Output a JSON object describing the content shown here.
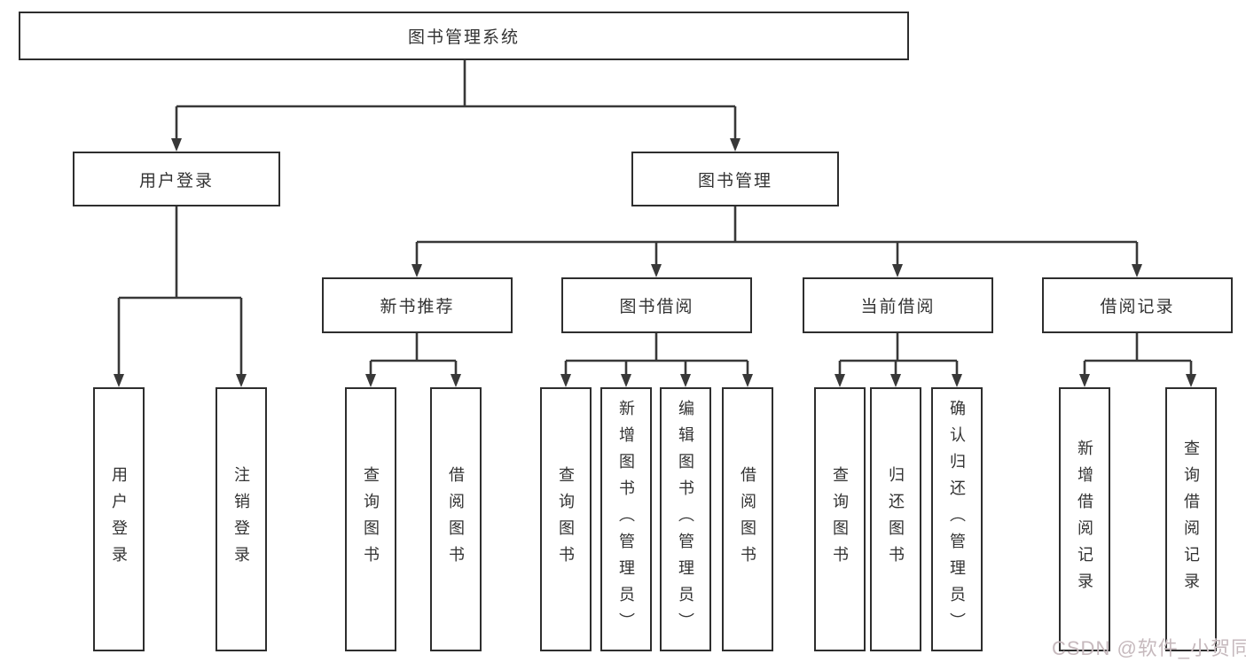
{
  "diagram": {
    "root": {
      "label": "图书管理系统"
    },
    "level2": [
      {
        "label": "用户登录"
      },
      {
        "label": "图书管理"
      }
    ],
    "level3": [
      {
        "label": "新书推荐"
      },
      {
        "label": "图书借阅"
      },
      {
        "label": "当前借阅"
      },
      {
        "label": "借阅记录"
      }
    ],
    "leaves": {
      "user_login": [
        {
          "label": "用户登录"
        },
        {
          "label": "注销登录"
        }
      ],
      "new_book": [
        {
          "label": "查询图书"
        },
        {
          "label": "借阅图书"
        }
      ],
      "borrow": [
        {
          "label": "查询图书"
        },
        {
          "label": "新增图书（管理员）"
        },
        {
          "label": "编辑图书（管理员）"
        },
        {
          "label": "借阅图书"
        }
      ],
      "current": [
        {
          "label": "查询图书"
        },
        {
          "label": "归还图书"
        },
        {
          "label": "确认归还（管理员）"
        }
      ],
      "records": [
        {
          "label": "新增借阅记录"
        },
        {
          "label": "查询借阅记录"
        }
      ]
    }
  },
  "watermark": {
    "text": "CSDN @软件_小贺同学"
  },
  "colors": {
    "background": "#ffffff",
    "line": "#383838",
    "box_border": "#2e2e2e",
    "text": "#333333",
    "watermark_text": "#c6b9bd"
  }
}
